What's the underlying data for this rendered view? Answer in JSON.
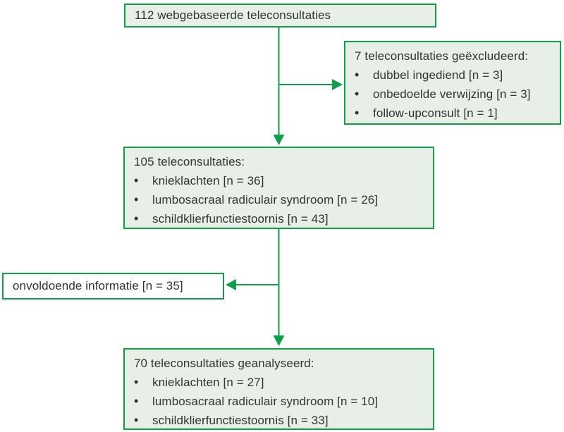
{
  "glyphs": {
    "bullet": "•"
  },
  "colors": {
    "green": "#0f9e4a",
    "box_fill": "#e7efe6",
    "white_fill": "#ffffff",
    "text": "#333333"
  },
  "boxes": {
    "start": {
      "label": "112 webgebaseerde teleconsultaties"
    },
    "excluded": {
      "title": "7 teleconsultaties geëxcludeerd:",
      "items": [
        "dubbel ingediend [n = 3]",
        "onbedoelde verwijzing [n = 3]",
        "follow-upconsult [n = 1]"
      ]
    },
    "included": {
      "title": "105 teleconsultaties:",
      "items": [
        "knieklachten [n = 36]",
        "lumbosacraal radiculair syndroom [n = 26]",
        "schildklierfunctiestoornis [n = 43]"
      ]
    },
    "insufficient": {
      "label": "onvoldoende informatie [n = 35]"
    },
    "analyzed": {
      "title": "70 teleconsultaties geanalyseerd:",
      "items": [
        "knieklachten [n = 27]",
        "lumbosacraal radiculair syndroom [n = 10]",
        "schildklierfunctiestoornis [n = 33]"
      ]
    }
  }
}
